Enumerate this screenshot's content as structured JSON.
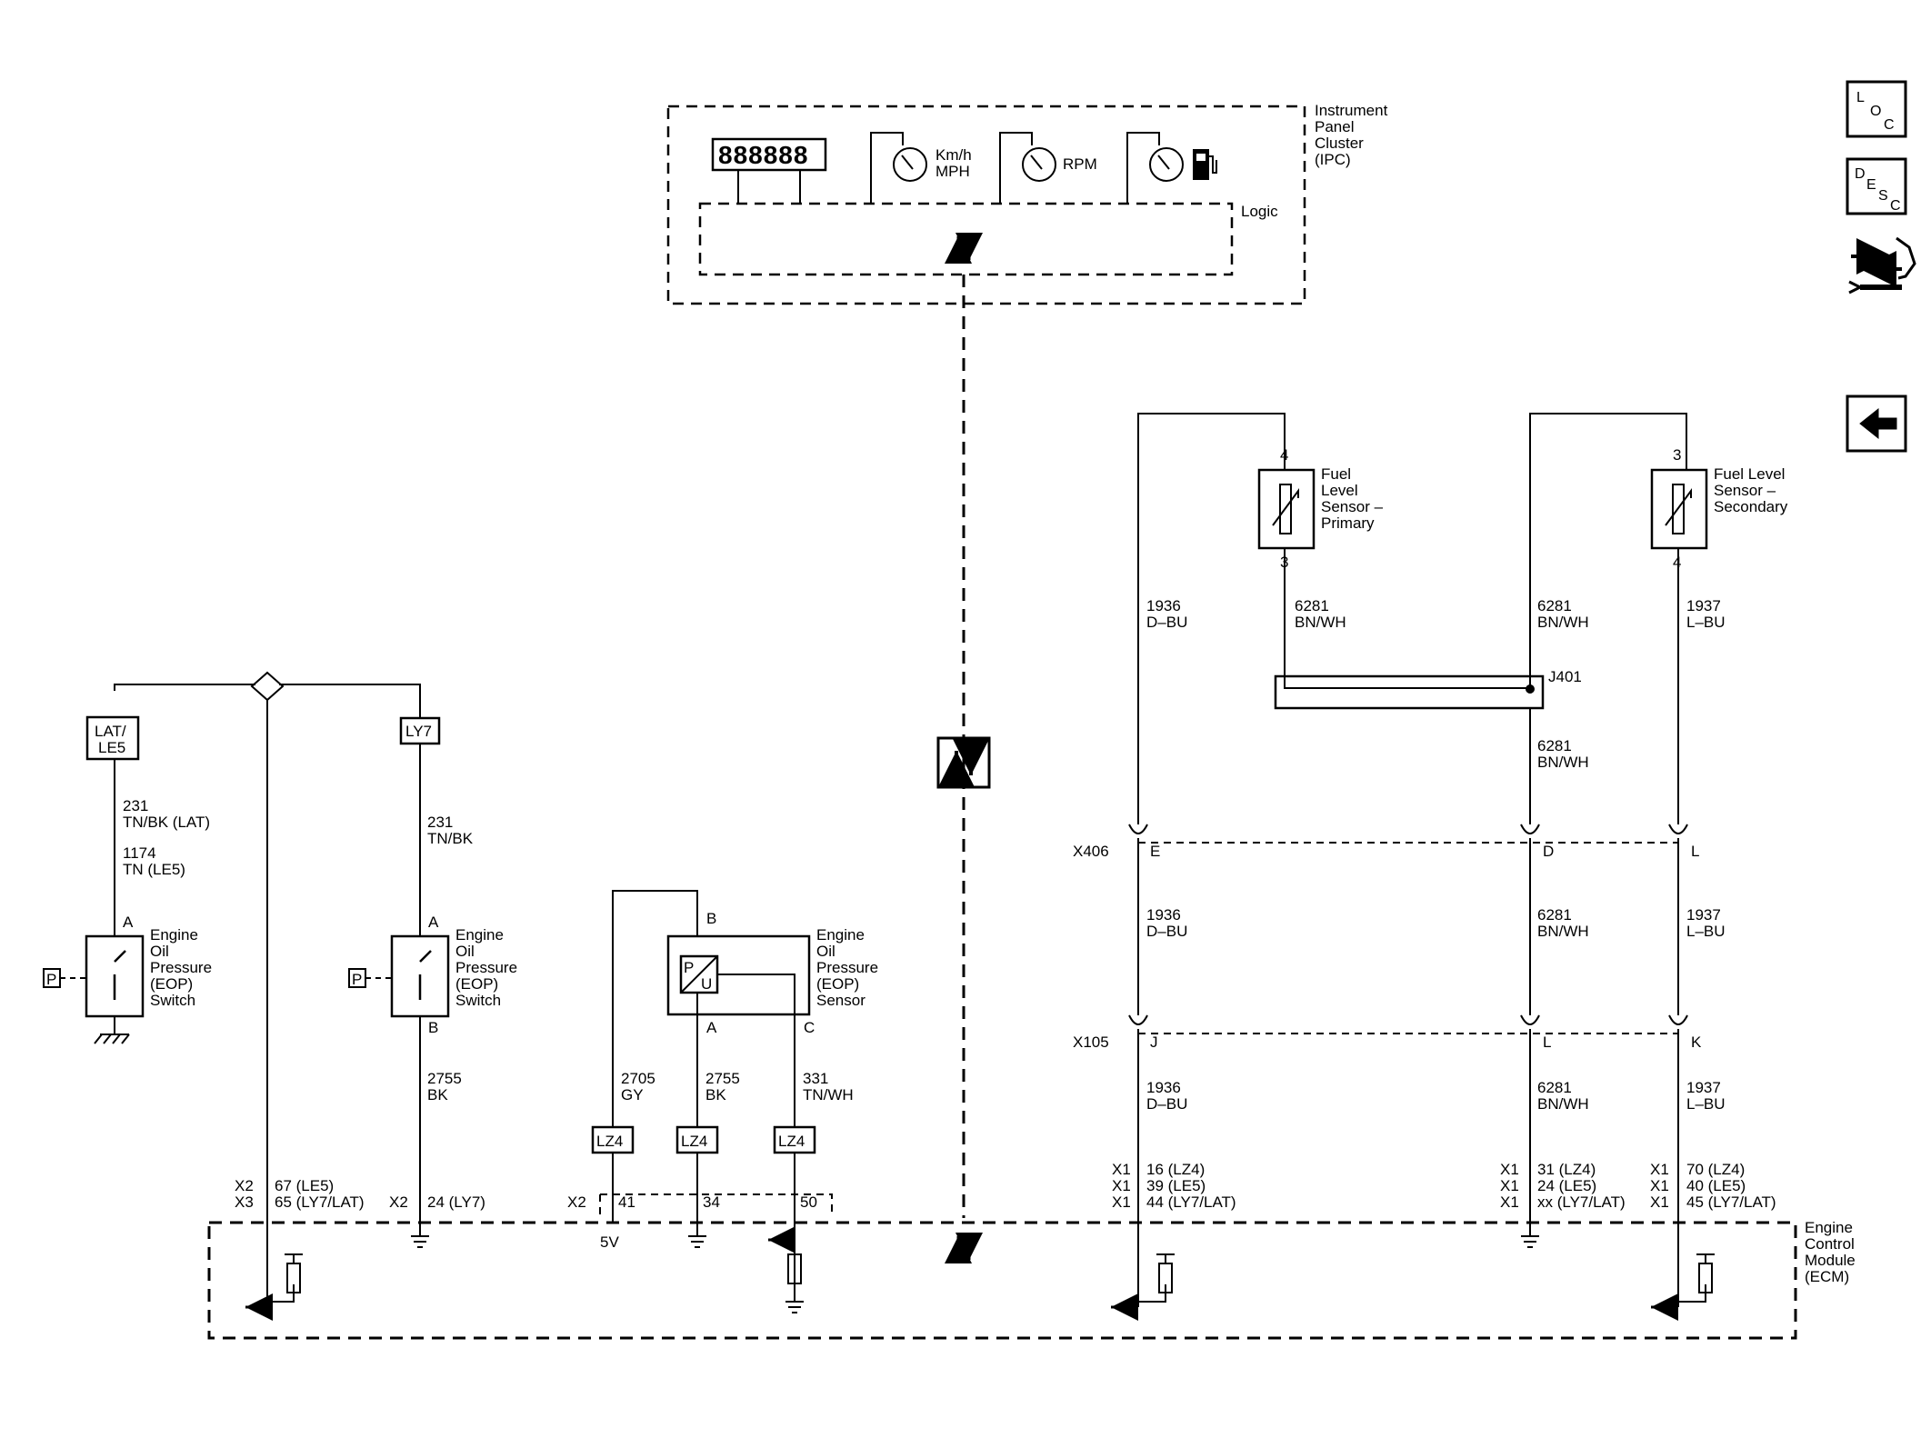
{
  "ipc": {
    "name_lines": [
      "Instrument",
      "Panel",
      "Cluster",
      "(IPC)"
    ],
    "logic_label": "Logic",
    "odometer_digits": "888888",
    "speed_units": [
      "Km/h",
      "MPH"
    ],
    "rpm_label": "RPM"
  },
  "ecm": {
    "name_lines": [
      "Engine",
      "Control",
      "Module",
      "(ECM)"
    ]
  },
  "options": {
    "left_lat_le5": [
      "LAT/",
      "LE5"
    ],
    "left_ly7": "LY7",
    "lz4": "LZ4"
  },
  "eop_switch_lat": {
    "name_lines": [
      "Engine",
      "Oil",
      "Pressure",
      "(EOP)",
      "Switch"
    ],
    "pin_top": "A",
    "wire_lines": [
      "231",
      "TN/BK (LAT)",
      "1174",
      "TN (LE5)"
    ],
    "conn_lines": [
      "X2",
      "X3"
    ],
    "ecm_pin_lines": [
      "67 (LE5)",
      "65 (LY7/LAT)"
    ],
    "p_symbol": "P"
  },
  "eop_switch_ly7": {
    "name_lines": [
      "Engine",
      "Oil",
      "Pressure",
      "(EOP)",
      "Switch"
    ],
    "pin_top": "A",
    "pin_bottom": "B",
    "wire_top_lines": [
      "231",
      "TN/BK"
    ],
    "wire_bottom_lines": [
      "2755",
      "BK"
    ],
    "conn": "X2",
    "ecm_pin": "24 (LY7)",
    "p_symbol": "P"
  },
  "eop_sensor": {
    "name_lines": [
      "Engine",
      "Oil",
      "Pressure",
      "(EOP)",
      "Sensor"
    ],
    "pin_b": "B",
    "pin_a": "A",
    "pin_c": "C",
    "pu_p": "P",
    "pu_u": "U",
    "wire1_lines": [
      "2705",
      "GY"
    ],
    "wire2_lines": [
      "2755",
      "BK"
    ],
    "wire3_lines": [
      "331",
      "TN/WH"
    ],
    "conn": "X2",
    "ecm_pins": [
      "41",
      "34",
      "50"
    ],
    "ref_voltage": "5V"
  },
  "fuel_primary": {
    "name_lines": [
      "Fuel",
      "Level",
      "Sensor –",
      "Primary"
    ],
    "pin_top": "4",
    "pin_bottom": "3"
  },
  "fuel_secondary": {
    "name_lines": [
      "Fuel Level",
      "Sensor –",
      "Secondary"
    ],
    "pin_top": "3",
    "pin_bottom": "4"
  },
  "splice": "J401",
  "connectors": {
    "x406": {
      "name": "X406",
      "pins": [
        "E",
        "D",
        "L"
      ]
    },
    "x105": {
      "name": "X105",
      "pins": [
        "J",
        "L",
        "K"
      ]
    }
  },
  "wire_1936": {
    "top_lines": [
      "1936",
      "D–BU"
    ],
    "mid_lines": [
      "1936",
      "D–BU"
    ],
    "bottom_lines": [
      "1936",
      "D–BU"
    ],
    "conn_lines": [
      "X1",
      "X1",
      "X1"
    ],
    "ecm_pin_lines": [
      "16 (LZ4)",
      "39 (LE5)",
      "44 (LY7/LAT)"
    ]
  },
  "wire_6281": {
    "top_lines": [
      "6281",
      "BN/WH"
    ],
    "splice_lines": [
      "6281",
      "BN/WH"
    ],
    "below_splice_lines": [
      "6281",
      "BN/WH"
    ],
    "mid_lines": [
      "6281",
      "BN/WH"
    ],
    "bottom_lines": [
      "6281",
      "BN/WH"
    ],
    "conn_lines": [
      "X1",
      "X1",
      "X1"
    ],
    "ecm_pin_lines": [
      "31 (LZ4)",
      "24 (LE5)",
      "xx (LY7/LAT)"
    ]
  },
  "wire_1937": {
    "top_lines": [
      "1937",
      "L–BU"
    ],
    "mid_lines": [
      "1937",
      "L–BU"
    ],
    "bottom_lines": [
      "1937",
      "L–BU"
    ],
    "conn_lines": [
      "X1",
      "X1",
      "X1"
    ],
    "ecm_pin_lines": [
      "70 (LZ4)",
      "40 (LE5)",
      "45 (LY7/LAT)"
    ]
  },
  "side_icons": {
    "loc": [
      "L",
      "O",
      "C"
    ],
    "desc": [
      "D",
      "E",
      "S",
      "C"
    ]
  }
}
